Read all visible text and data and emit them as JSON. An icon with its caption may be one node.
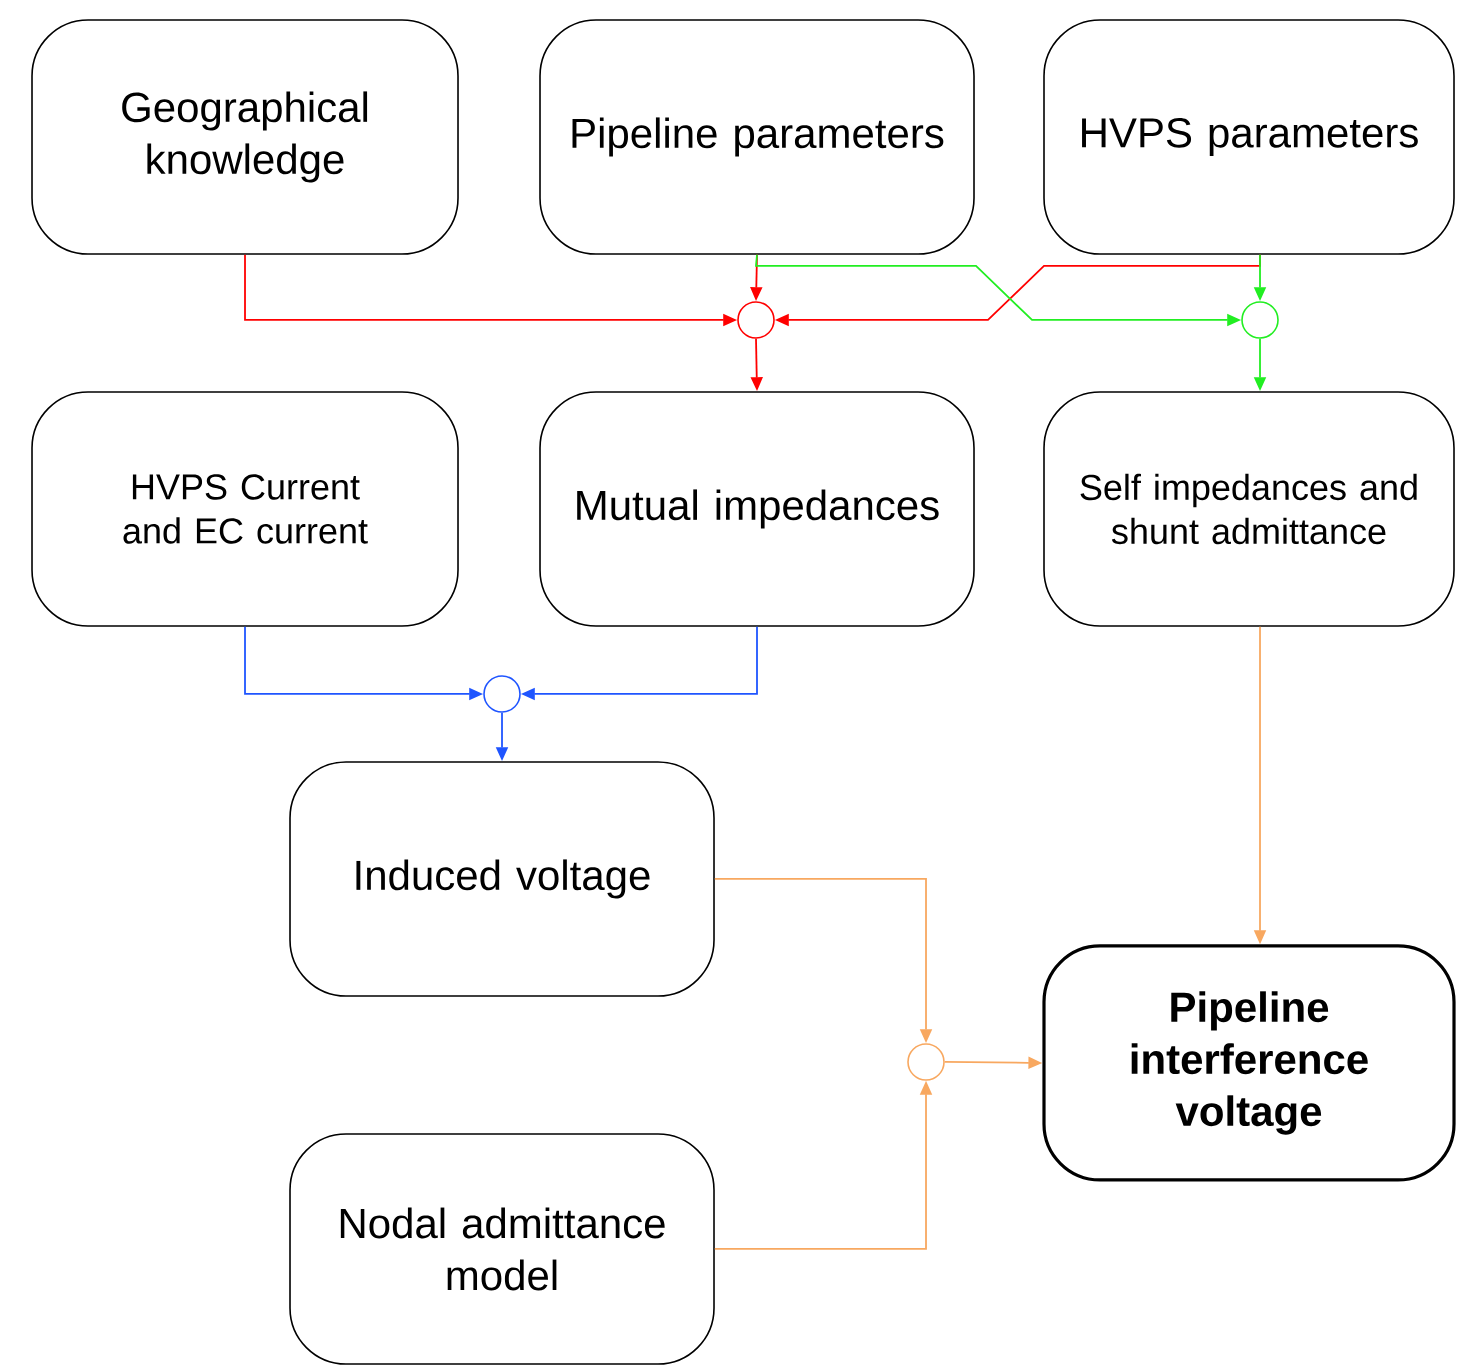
{
  "diagram": {
    "nodes": [
      {
        "text": [
          "Geographical knowledge"
        ]
      },
      {
        "text": [
          "Pipeline parameters"
        ]
      },
      {
        "text": [
          "HVPS parameters"
        ]
      },
      {
        "text": [],
        "shape": "circle"
      },
      {
        "text": [],
        "shape": "circle"
      },
      {
        "text": [
          "HVPS Current and EC current"
        ]
      },
      {
        "text": [
          "Mutual impedances"
        ]
      },
      {
        "text": [
          "Self impedances and shunt admittance"
        ]
      },
      {
        "text": [],
        "shape": "circle"
      },
      {
        "text": [
          "Induced voltage"
        ]
      },
      {
        "text": [],
        "shape": "circle"
      },
      {
        "text": [
          "Pipeline interference voltage"
        ]
      },
      {
        "text": [
          "Nodal admittance model"
        ]
      }
    ],
    "edges": [
      {
        "from": 0,
        "to": 3,
        "arrow": "to",
        "color": "#ff0000"
      },
      {
        "from": 1,
        "to": 3,
        "arrow": "to",
        "color": "#ff0000"
      },
      {
        "from": 2,
        "to": 3,
        "arrow": "to",
        "color": "#ff0000"
      },
      {
        "from": 1,
        "to": 4,
        "arrow": "to",
        "color": "#22ee22"
      },
      {
        "from": 2,
        "to": 4,
        "arrow": "to",
        "color": "#22ee22"
      },
      {
        "from": 3,
        "to": 6,
        "arrow": "to",
        "color": "#ff0000"
      },
      {
        "from": 4,
        "to": 7,
        "arrow": "to",
        "color": "#22ee22"
      },
      {
        "from": 5,
        "to": 8,
        "arrow": "to",
        "color": "#1f55ff"
      },
      {
        "from": 6,
        "to": 8,
        "arrow": "to",
        "color": "#1f55ff"
      },
      {
        "from": 8,
        "to": 9,
        "arrow": "to",
        "color": "#1f55ff"
      },
      {
        "from": 9,
        "to": 10,
        "arrow": "to",
        "color": "#f8a860"
      },
      {
        "from": 12,
        "to": 10,
        "arrow": "to",
        "color": "#f8a860"
      },
      {
        "from": 10,
        "to": 11,
        "arrow": "to",
        "color": "#f8a860"
      },
      {
        "from": 7,
        "to": 11,
        "arrow": "to",
        "color": "#f8a860"
      }
    ]
  }
}
